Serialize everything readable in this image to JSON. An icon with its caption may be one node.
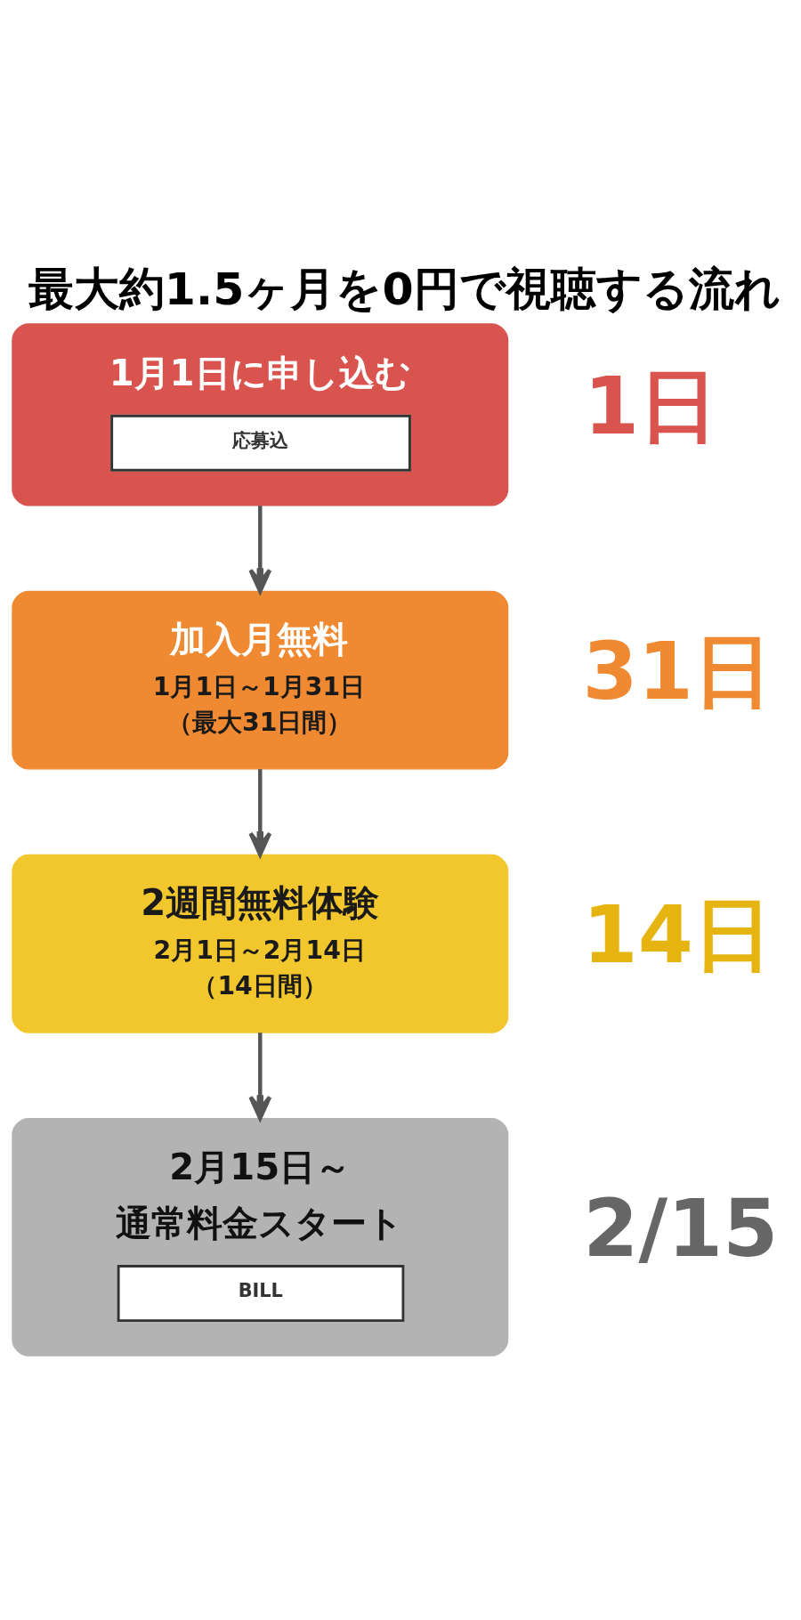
{
  "diagram": {
    "title": "最大約1.5ヶ月を0円で視聴する流れ",
    "nodes": [
      {
        "text": [
          "1月1日に申し込む",
          "応募込"
        ],
        "beside": [
          "1日"
        ]
      },
      {
        "text": [
          "加入月無料",
          "1月1日～1月31日",
          "（最大31日間）"
        ],
        "beside": [
          "31日"
        ]
      },
      {
        "text": [
          "2週間無料体験",
          "2月1日～2月14日",
          "（14日間）"
        ],
        "beside": [
          "14日"
        ]
      },
      {
        "text": [
          "2月15日～",
          "通常料金スタート",
          "BILL"
        ],
        "beside": [
          "2/15"
        ]
      }
    ],
    "edges": [
      {
        "from": 0,
        "to": 1,
        "arrow": "to"
      },
      {
        "from": 1,
        "to": 2,
        "arrow": "to"
      },
      {
        "from": 2,
        "to": 3,
        "arrow": "to"
      }
    ]
  }
}
